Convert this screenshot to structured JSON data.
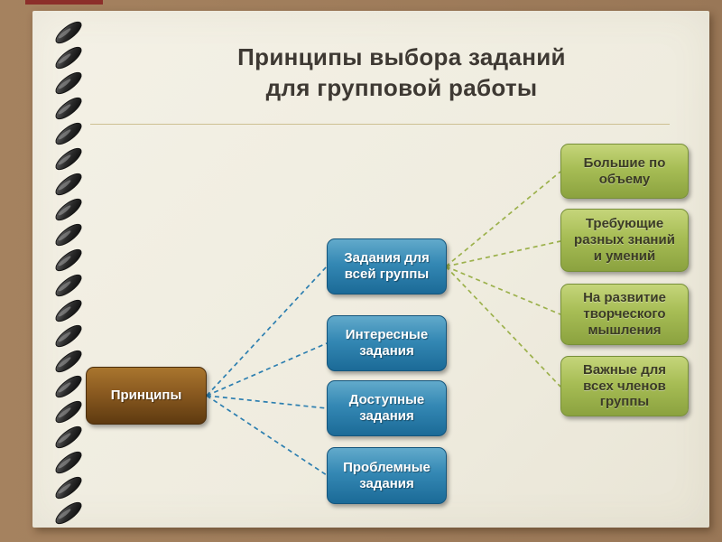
{
  "slide": {
    "title_line1": "Принципы выбора заданий",
    "title_line2": "для групповой работы"
  },
  "diagram": {
    "root": {
      "label": "Принципы"
    },
    "level2": [
      {
        "label": "Задания для всей группы"
      },
      {
        "label": "Интересные задания"
      },
      {
        "label": "Доступные задания"
      },
      {
        "label": "Проблемные задания"
      }
    ],
    "level3": [
      {
        "label": "Большие по объему"
      },
      {
        "label": "Требующие разных знаний и умений"
      },
      {
        "label": "На развитие творческого мышления"
      },
      {
        "label": "Важные для всех членов группы"
      }
    ]
  },
  "colors": {
    "frame": "#9c7a58",
    "paper": "#f1eee2",
    "root_box": "#8a5a20",
    "level2_box": "#2f86b3",
    "level3_box": "#a7bd55",
    "connector_blue": "#2d7fb0",
    "connector_green": "#9cb14c"
  }
}
